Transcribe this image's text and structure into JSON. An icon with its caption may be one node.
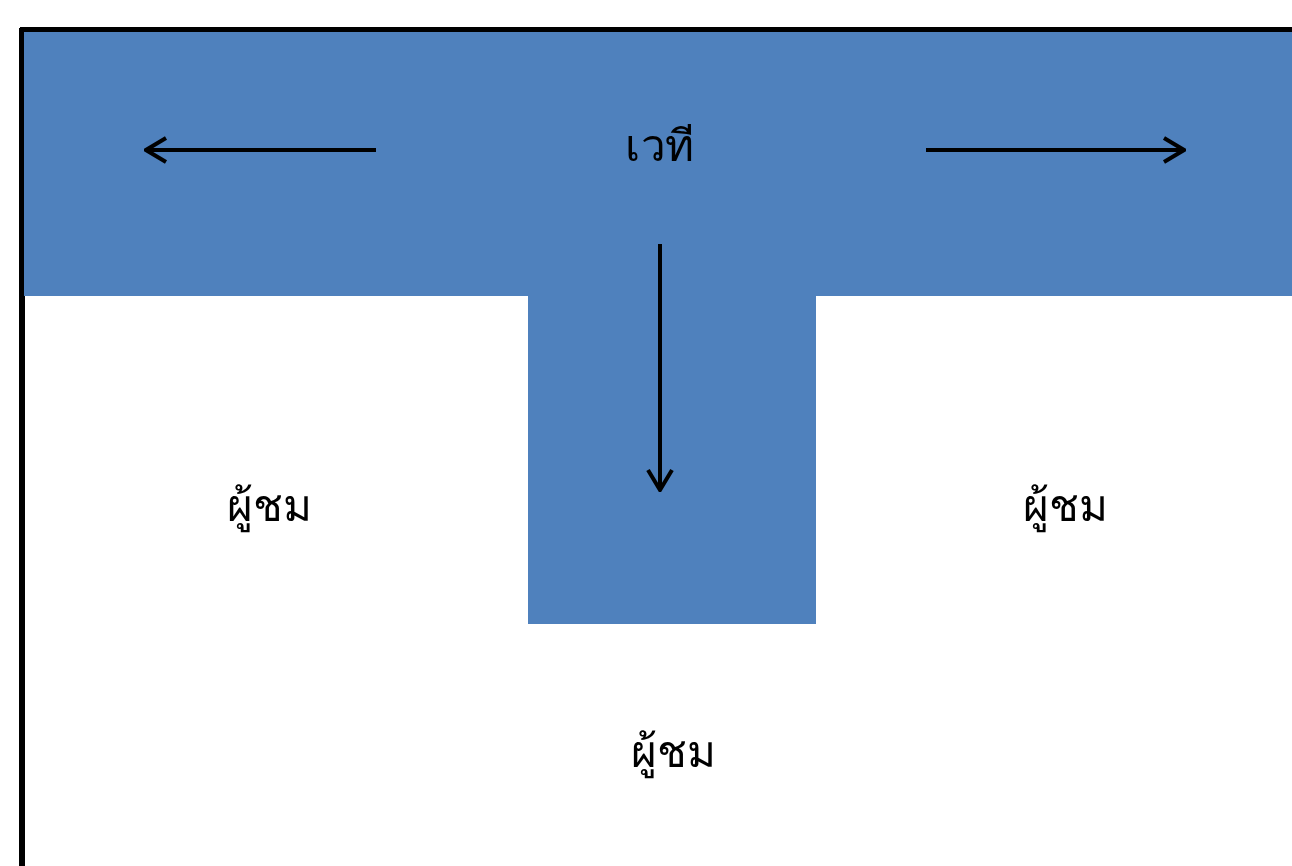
{
  "diagram": {
    "nodes": [
      {
        "text": [
          "เวที"
        ]
      }
    ],
    "labels": [
      "ผู้ชม",
      "ผู้ชม",
      "ผู้ชม"
    ]
  }
}
